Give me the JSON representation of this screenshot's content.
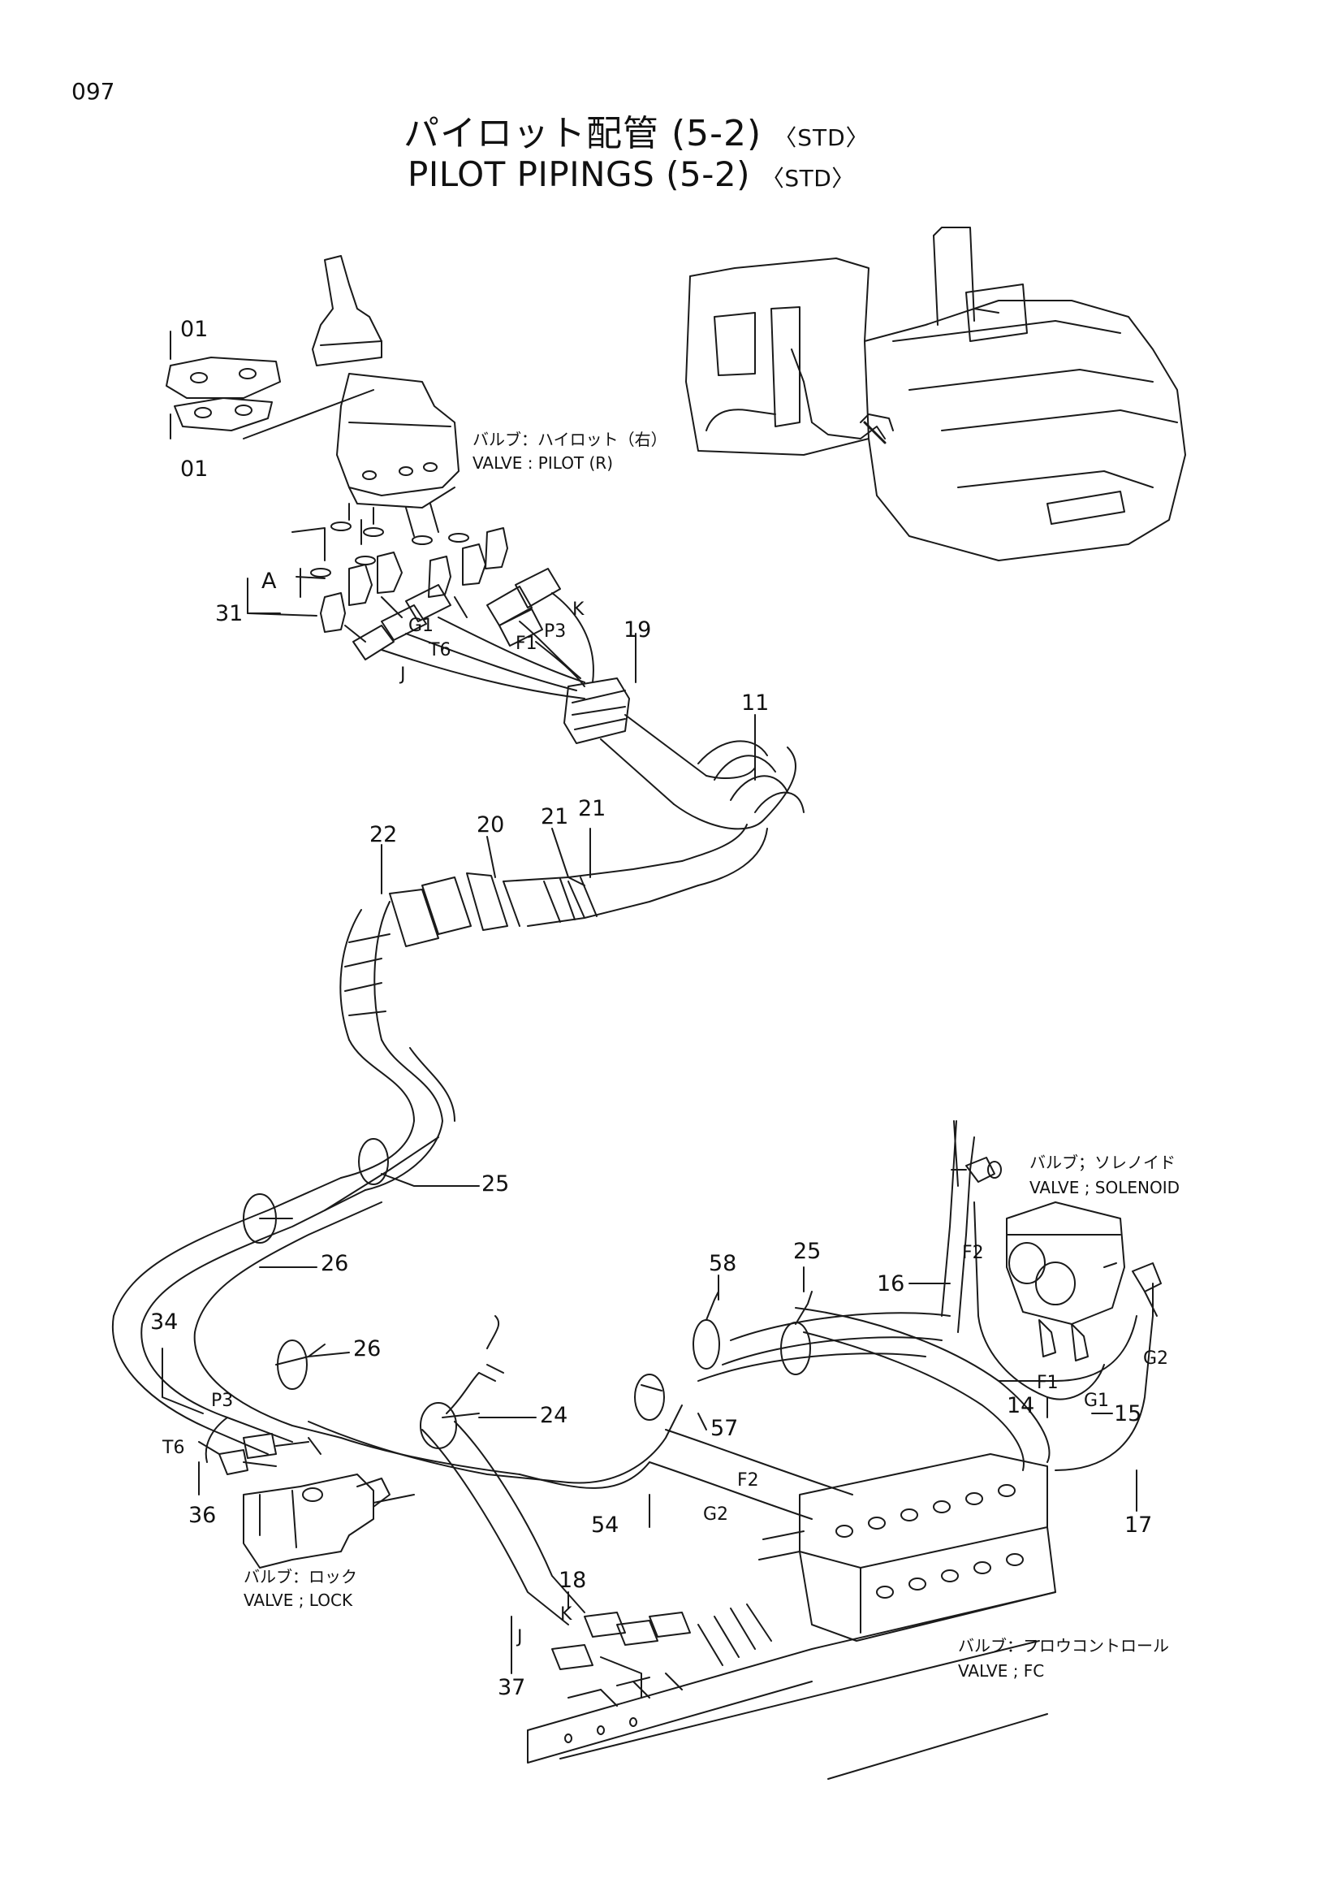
{
  "page_number": "097",
  "title": {
    "jp": "パイロット配管 (5-2)",
    "jp_tag": "〈STD〉",
    "en": "PILOT PIPINGS  (5-2)",
    "en_tag": "〈STD〉"
  },
  "components": {
    "pilot_valve": {
      "jp": "バルブ：ハイロット（右）",
      "en": "VALVE : PILOT (R)"
    },
    "solenoid_valve": {
      "jp": "バルブ；ソレノイド",
      "en": "VALVE ; SOLENOID"
    },
    "lock_valve": {
      "jp": "バルブ：ロック",
      "en": "VALVE ; LOCK"
    },
    "fc_valve": {
      "jp": "バルブ：フロウコントロール",
      "en": "VALVE ; FC"
    }
  },
  "callouts": {
    "c01_top": "01",
    "c01_bottom": "01",
    "c31": "31",
    "cA": "A",
    "c19": "19",
    "c11": "11",
    "c22": "22",
    "c20": "20",
    "c21a": "21",
    "c21b": "21",
    "c25_top": "25",
    "c26_a": "26",
    "c26_b": "26",
    "c24": "24",
    "c34": "34",
    "c36": "36",
    "c58": "58",
    "c25_b": "25",
    "c16": "16",
    "c57": "57",
    "c54": "54",
    "c14": "14",
    "c15": "15",
    "c17": "17",
    "c18": "18",
    "c37": "37"
  },
  "port_labels": {
    "K_top": "K",
    "G1_top": "G1",
    "P3_top": "P3",
    "F1_top": "F1",
    "T6_top": "T6",
    "J_top": "J",
    "P3_left": "P3",
    "T6_left": "T6",
    "F2_sol": "F2",
    "F1_sol": "F1",
    "G1_sol": "G1",
    "G2_sol": "G2",
    "F2_fc": "F2",
    "G2_fc": "G2",
    "K_bot": "K",
    "J_bot": "J"
  }
}
